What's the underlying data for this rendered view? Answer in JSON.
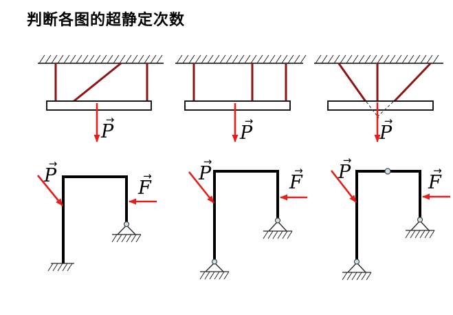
{
  "title": "判断各图的超静定次数",
  "labels": {
    "p": "P",
    "f": "F",
    "vec": "→"
  },
  "colors": {
    "rod": "#8c1414",
    "arrow": "#e41e1a",
    "ink": "#000000",
    "hinge-fill": "#cfe2ea",
    "hinge-stroke": "#444444",
    "background": "#ffffff"
  }
}
